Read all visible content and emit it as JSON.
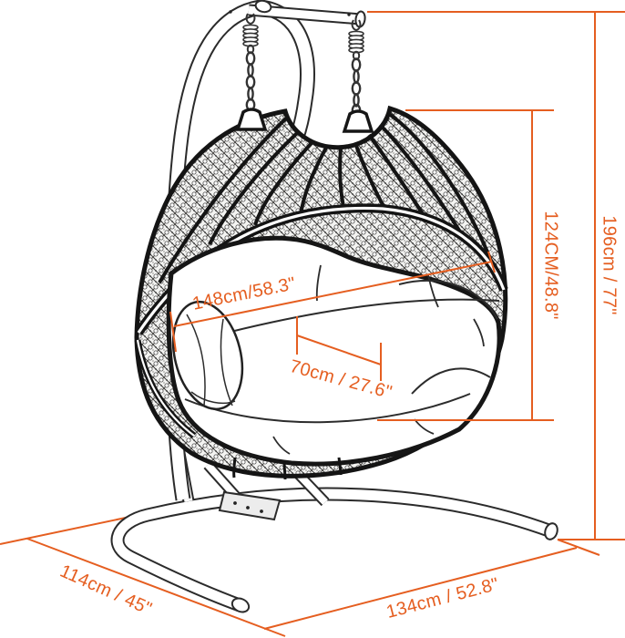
{
  "diagram": {
    "product": "double-seat hanging egg swing chair with stand",
    "accent_color": "#E55E20",
    "labels": {
      "seat_width": "148cm/58.3\"",
      "seat_depth": "70cm / 27.6\"",
      "chair_height": "124CM/48.8\"",
      "overall_height": "196cm / 77\"",
      "base_depth": "114cm / 45\"",
      "base_width": "134cm / 52.8\""
    }
  }
}
